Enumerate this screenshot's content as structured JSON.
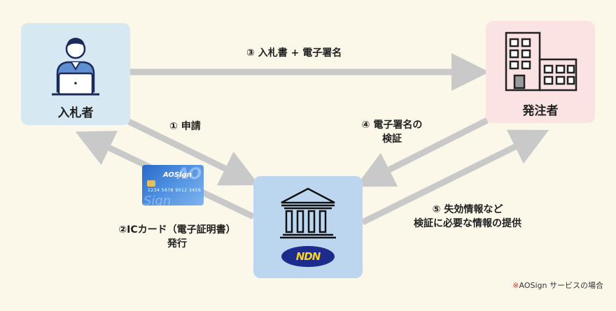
{
  "nodes": {
    "bidder": "入札者",
    "orderer": "発注者",
    "logo": "NDN"
  },
  "steps": {
    "s1": "① 申請",
    "s2_line1": "②ICカード（電子証明書）",
    "s2_line2": "発行",
    "s3": "③ 入札書 + 電子署名",
    "s4_line1": "④ 電子署名の",
    "s4_line2": "検証",
    "s5_line1": "⑤ 失効情報など",
    "s5_line2": "検証に必要な情報の提供"
  },
  "card": {
    "name": "AOSign",
    "number": "1234 5678 9012 3456",
    "big": "AO",
    "big2": "Sign"
  },
  "note": {
    "mark": "※",
    "text": "AOSign サービスの場合"
  },
  "colors": {
    "background": "#fbf8ea",
    "bidder_box": "#d6e9f3",
    "orderer_box": "#fbe3e3",
    "center_box": "#bdd6ef",
    "arrow": "#c9c9c9",
    "logo_bg": "#1d2b8c",
    "logo_text": "#f7d21e"
  }
}
